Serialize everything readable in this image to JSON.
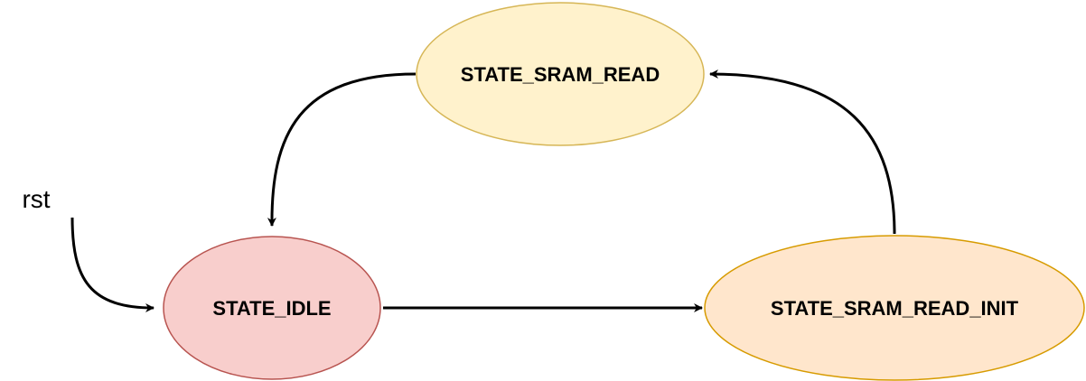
{
  "diagram": {
    "states": {
      "idle": {
        "label": "STATE_IDLE",
        "fill": "#f8cecc",
        "stroke": "#b85450"
      },
      "sram_read_init": {
        "label": "STATE_SRAM_READ_INIT",
        "fill": "#ffe6cc",
        "stroke": "#d79b00"
      },
      "sram_read": {
        "label": "STATE_SRAM_READ",
        "fill": "#fff2cc",
        "stroke": "#d6b656"
      }
    },
    "reset_label": "rst",
    "edge_color": "#000000"
  }
}
